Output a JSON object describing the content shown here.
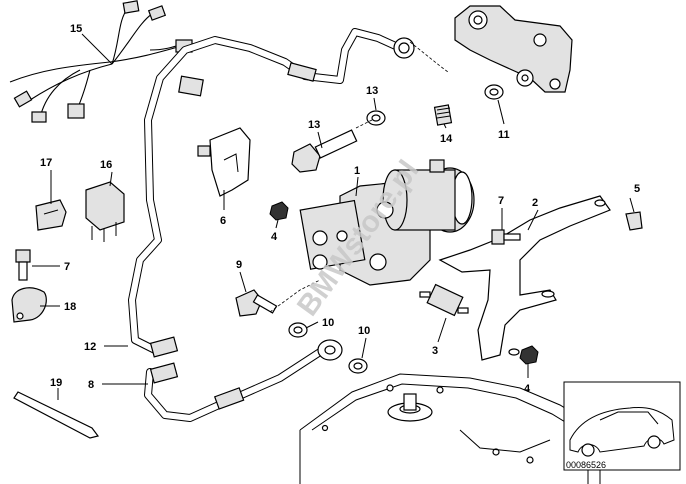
{
  "callouts": [
    {
      "id": "c1",
      "text": "1"
    },
    {
      "id": "c2",
      "text": "2"
    },
    {
      "id": "c3",
      "text": "3"
    },
    {
      "id": "c4a",
      "text": "4"
    },
    {
      "id": "c4b",
      "text": "4"
    },
    {
      "id": "c5",
      "text": "5"
    },
    {
      "id": "c6",
      "text": "6"
    },
    {
      "id": "c7a",
      "text": "7"
    },
    {
      "id": "c7b",
      "text": "7"
    },
    {
      "id": "c8",
      "text": "8"
    },
    {
      "id": "c9",
      "text": "9"
    },
    {
      "id": "c10a",
      "text": "10"
    },
    {
      "id": "c10b",
      "text": "10"
    },
    {
      "id": "c11",
      "text": "11"
    },
    {
      "id": "c12",
      "text": "12"
    },
    {
      "id": "c13a",
      "text": "13"
    },
    {
      "id": "c13b",
      "text": "13"
    },
    {
      "id": "c14",
      "text": "14"
    },
    {
      "id": "c15",
      "text": "15"
    },
    {
      "id": "c16",
      "text": "16"
    },
    {
      "id": "c17",
      "text": "17"
    },
    {
      "id": "c18",
      "text": "18"
    },
    {
      "id": "c19",
      "text": "19"
    }
  ],
  "watermark": "BMWstore.pl",
  "diagram_code": "00086526"
}
